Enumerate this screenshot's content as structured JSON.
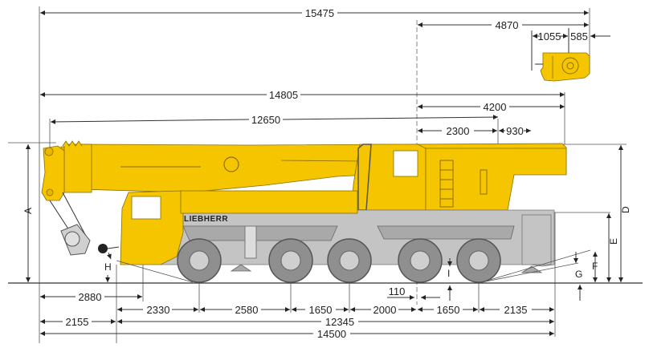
{
  "drawing": {
    "title": "Mobile crane side elevation with dimensions",
    "brand_text": "LIEBHERR",
    "colors": {
      "body_yellow": "#f5c500",
      "chassis_grey": "#c4c4c4",
      "tyre_grey": "#8f8f8f",
      "line": "#333333"
    },
    "units": "mm"
  },
  "top_dimensions": {
    "overall_length_with_counterweight": "15475",
    "rear_overhang_from_slew_axis": "4870",
    "counterweight_width_a": "1055",
    "counterweight_width_b": "585",
    "boom_tip_to_rear": "14805",
    "slew_axis_to_rear_end": "4200",
    "boom_head_to_slew_axis": "12650",
    "slew_axis_to_cab": "2300",
    "cab_offset": "930"
  },
  "bottom_dimensions": {
    "hook_to_front_axle": "2880",
    "front_overhang_to_axle1": "2330",
    "axle1_to_axle2": "2580",
    "axle2_to_axle3": "1650",
    "axle3_to_axle4": "2000",
    "axle4_to_axle5": "1650",
    "axle5_to_rear": "2135",
    "slew_axis_offset": "110",
    "boom_overhang_front": "2155",
    "chassis_length": "12345",
    "overall_length": "14500"
  },
  "height_labels": {
    "A": "A",
    "D": "D",
    "E": "E",
    "F": "F",
    "G": "G",
    "H": "H",
    "I": "I"
  }
}
